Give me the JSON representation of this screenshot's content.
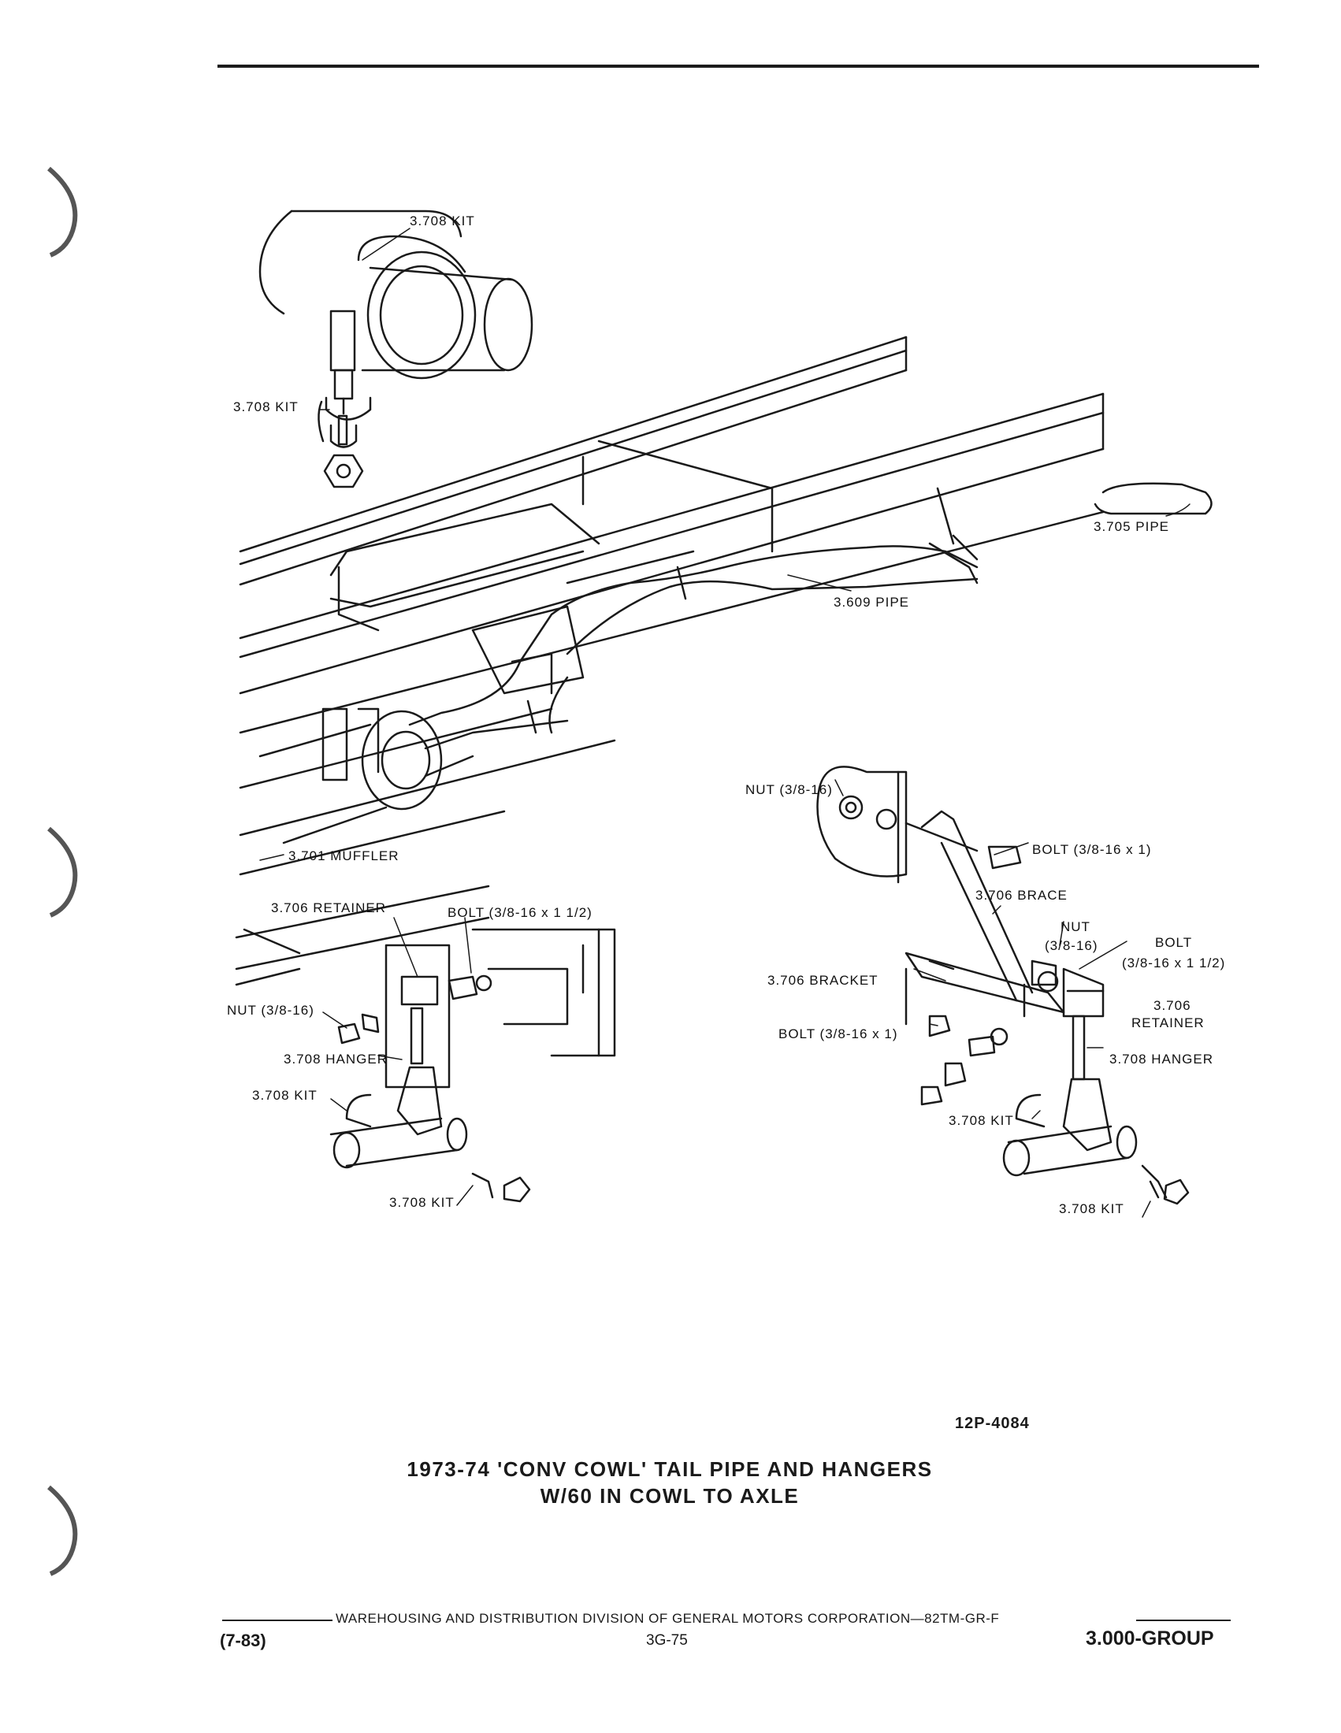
{
  "figure": {
    "labels": {
      "kit_top": "3.708 KIT",
      "kit_left": "3.708 KIT",
      "pipe_3705": "3.705 PIPE",
      "pipe_3609": "3.609 PIPE",
      "muffler": "3.701 MUFFLER",
      "nut_right_top": "NUT (3/8-16)",
      "bolt_right_top": "BOLT (3/8-16 x 1)",
      "brace": "3.706 BRACE",
      "nut_right_mid_1": "NUT",
      "nut_right_mid_2": "(3/8-16)",
      "bolt_right_mid_1": "BOLT",
      "bolt_right_mid_2": "(3/8-16 x 1 1/2)",
      "bracket": "3.706 BRACKET",
      "retainer_right_1": "3.706",
      "retainer_right_2": "RETAINER",
      "bolt_right_low": "BOLT (3/8-16 x 1)",
      "hanger_right": "3.708 HANGER",
      "kit_right_mid": "3.708 KIT",
      "kit_right_bottom": "3.708 KIT",
      "retainer_left": "3.706 RETAINER",
      "bolt_left": "BOLT (3/8-16 x 1 1/2)",
      "nut_left": "NUT (3/8-16)",
      "hanger_left": "3.708 HANGER",
      "kit_left_lower": "3.708 KIT",
      "kit_left_bottom": "3.708 KIT"
    },
    "number": "12P-4084"
  },
  "caption": {
    "line1": "1973-74 'CONV COWL' TAIL PIPE AND HANGERS",
    "line2": "W/60 IN COWL TO AXLE"
  },
  "footer": {
    "publisher": "WAREHOUSING AND DISTRIBUTION  DIVISION OF GENERAL MOTORS CORPORATION—82TM-GR-F",
    "date": "(7-83)",
    "page": "3G-75",
    "group": "3.000-GROUP"
  }
}
